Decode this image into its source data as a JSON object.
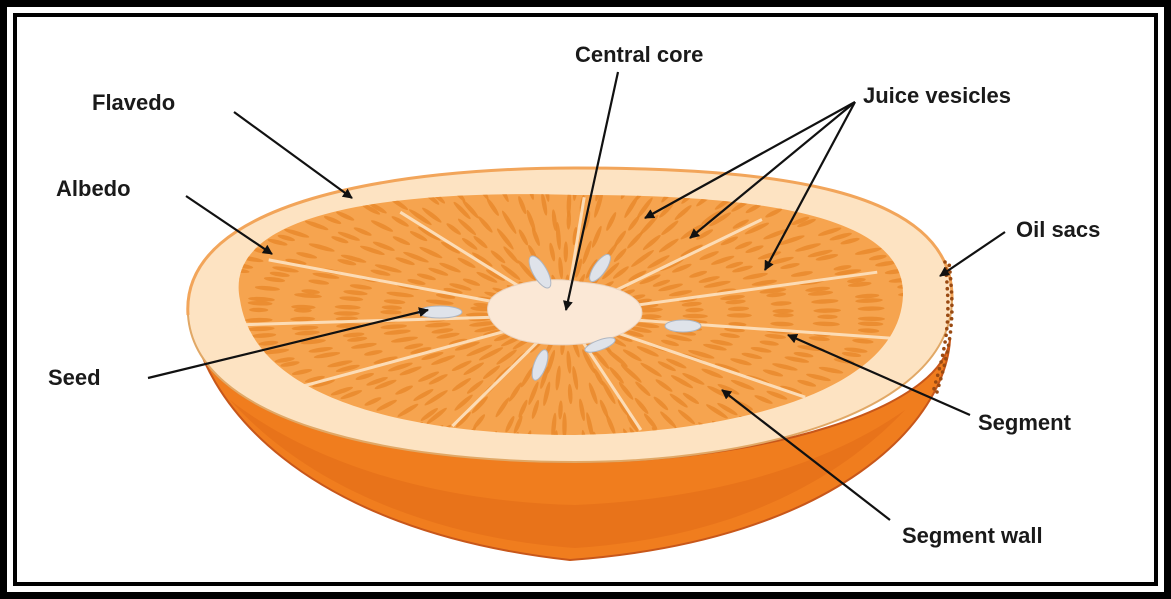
{
  "labels": {
    "central_core": "Central core",
    "flavedo": "Flavedo",
    "juice_vesicles": "Juice vesicles",
    "albedo": "Albedo",
    "oil_sacs": "Oil sacs",
    "seed": "Seed",
    "segment": "Segment",
    "segment_wall": "Segment wall"
  },
  "colors": {
    "peel": "#f07d1e",
    "peel_dark": "#d9641a",
    "albedo": "#fde3c2",
    "pulp": "#f6a44f",
    "vesicle": "#e98a2c",
    "core": "#fbe8d6",
    "seed": "#dfe3ea",
    "text": "#1a1a1a"
  }
}
